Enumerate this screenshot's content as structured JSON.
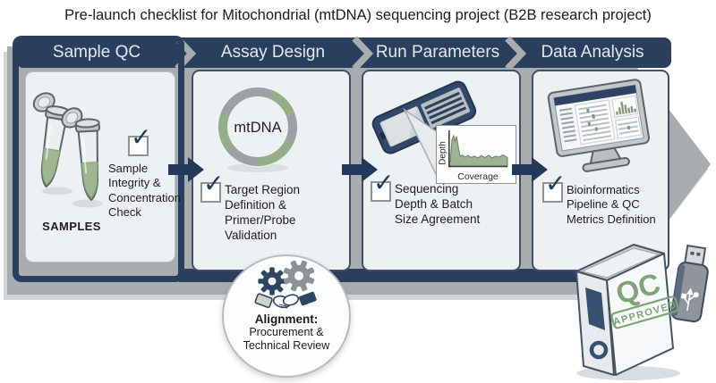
{
  "title": "Pre-launch checklist for Mitochondrial (mtDNA) sequencing project (B2B research project)",
  "stages": [
    {
      "label": "Sample QC",
      "caption": "SAMPLES",
      "checklist": "Sample Integrity & Concentration Check",
      "icon": "sample-tubes-icon"
    },
    {
      "label": "Assay Design",
      "icon_label": "mtDNA",
      "checklist": "Target Region Definition & Primer/Probe Validation",
      "icon": "mtdna-plasmid-icon"
    },
    {
      "label": "Run Parameters",
      "inset_ylabel": "Depth",
      "inset_xlabel": "Coverage",
      "checklist": "Sequencing Depth & Batch Size Agreement",
      "icon": "sequencing-chip-icon"
    },
    {
      "label": "Data Analysis",
      "checklist": "Bioinformatics Pipeline & QC Metrics Definition",
      "icon": "monitor-dashboard-icon"
    }
  ],
  "alignment": {
    "heading": "Alignment:",
    "detail": "Procurement & Technical Review"
  },
  "deliverable": {
    "stamp_top": "QC",
    "stamp_bottom": "APPROVED"
  },
  "icons": {
    "check_glyph": "✓"
  },
  "colors": {
    "navy": "#2a3f5e",
    "gray": "#a9acae",
    "green": "#94ae8a",
    "card_bg": "#eef1f4",
    "stamp_green": "#7da377"
  },
  "chart_data": {
    "type": "area",
    "xlabel": "Coverage",
    "ylabel": "Depth",
    "x": [
      0,
      3,
      6,
      9,
      11,
      14,
      17,
      20,
      24,
      28,
      33,
      38,
      44,
      50,
      56,
      62,
      68,
      74,
      80,
      86,
      92,
      100
    ],
    "y": [
      5,
      12,
      80,
      92,
      75,
      90,
      55,
      30,
      33,
      27,
      32,
      26,
      30,
      25,
      31,
      26,
      33,
      25,
      30,
      27,
      34,
      26
    ],
    "ylim": [
      0,
      100
    ],
    "grid": false
  }
}
